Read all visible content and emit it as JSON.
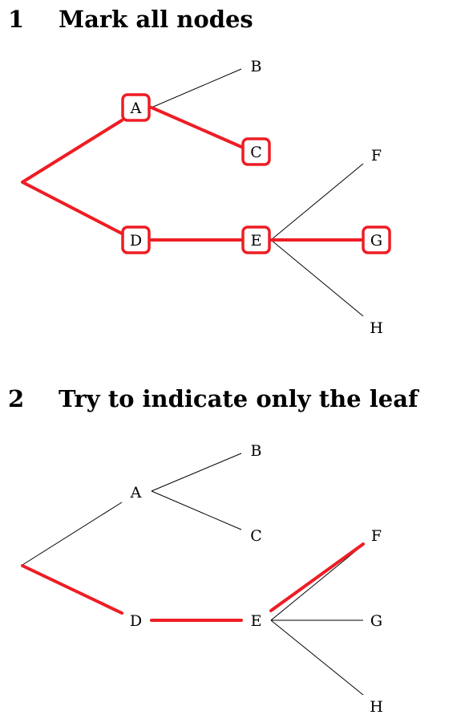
{
  "sections": [
    {
      "number": "1",
      "title": "Mark all nodes"
    },
    {
      "number": "2",
      "title": "Try to indicate only the leaf"
    }
  ],
  "highlight_color": "#ee1d24",
  "tree1": {
    "nodes": {
      "A": "A",
      "B": "B",
      "C": "C",
      "D": "D",
      "E": "E",
      "F": "F",
      "G": "G",
      "H": "H"
    }
  },
  "tree2": {
    "nodes": {
      "A": "A",
      "B": "B",
      "C": "C",
      "D": "D",
      "E": "E",
      "F": "F",
      "G": "G",
      "H": "H"
    }
  }
}
